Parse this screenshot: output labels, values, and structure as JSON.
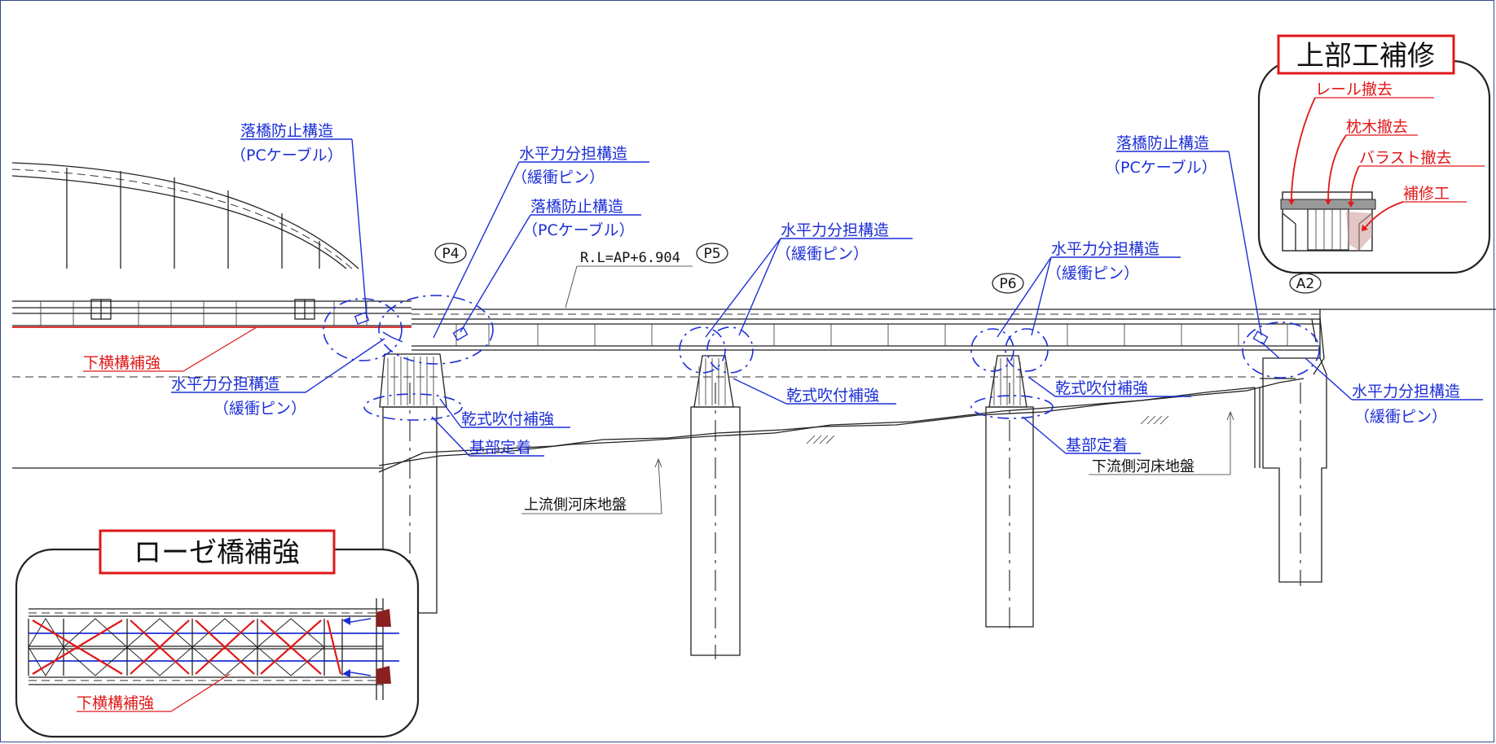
{
  "labels": {
    "rakkyo_p4": "落橋防止構造",
    "rakkyo_p4_sub": "（PCケーブル）",
    "suihei_a": "水平力分担構造",
    "suihei_a_sub": "（緩衝ピン）",
    "rakkyo_b": "落橋防止構造",
    "rakkyo_b_sub": "（PCケーブル）",
    "suihei_p5": "水平力分担構造",
    "suihei_p5_sub": "（緩衝ピン）",
    "suihei_p6": "水平力分担構造",
    "suihei_p6_sub": "（緩衝ピン）",
    "rakkyo_a2": "落橋防止構造",
    "rakkyo_a2_sub": "（PCケーブル）",
    "suihei_left": "水平力分担構造",
    "suihei_left_sub": "（緩衝ピン）",
    "suihei_a2": "水平力分担構造",
    "suihei_a2_sub": "（緩衝ピン）",
    "shimo_yoko": "下横構補強",
    "kanshiki_p4": "乾式吹付補強",
    "kanshiki_p5": "乾式吹付補強",
    "kanshiki_p6": "乾式吹付補強",
    "kibu_p4": "基部定着",
    "kibu_p6": "基部定着",
    "joryu": "上流側河床地盤",
    "karyu": "下流側河床地盤",
    "rl": "R.L=AP+6.904"
  },
  "piers": {
    "p4": "P4",
    "p5": "P5",
    "p6": "P6",
    "a2": "A2"
  },
  "inset_right": {
    "title": "上部工補修",
    "items": [
      "レール撤去",
      "枕木撤去",
      "バラスト撤去",
      "補修工"
    ]
  },
  "inset_left": {
    "title": "ローゼ橋補強",
    "label": "下横構補強"
  },
  "colors": {
    "blue": "#1c2fd6",
    "red": "#e01818",
    "frame": "#2f4a8a"
  }
}
